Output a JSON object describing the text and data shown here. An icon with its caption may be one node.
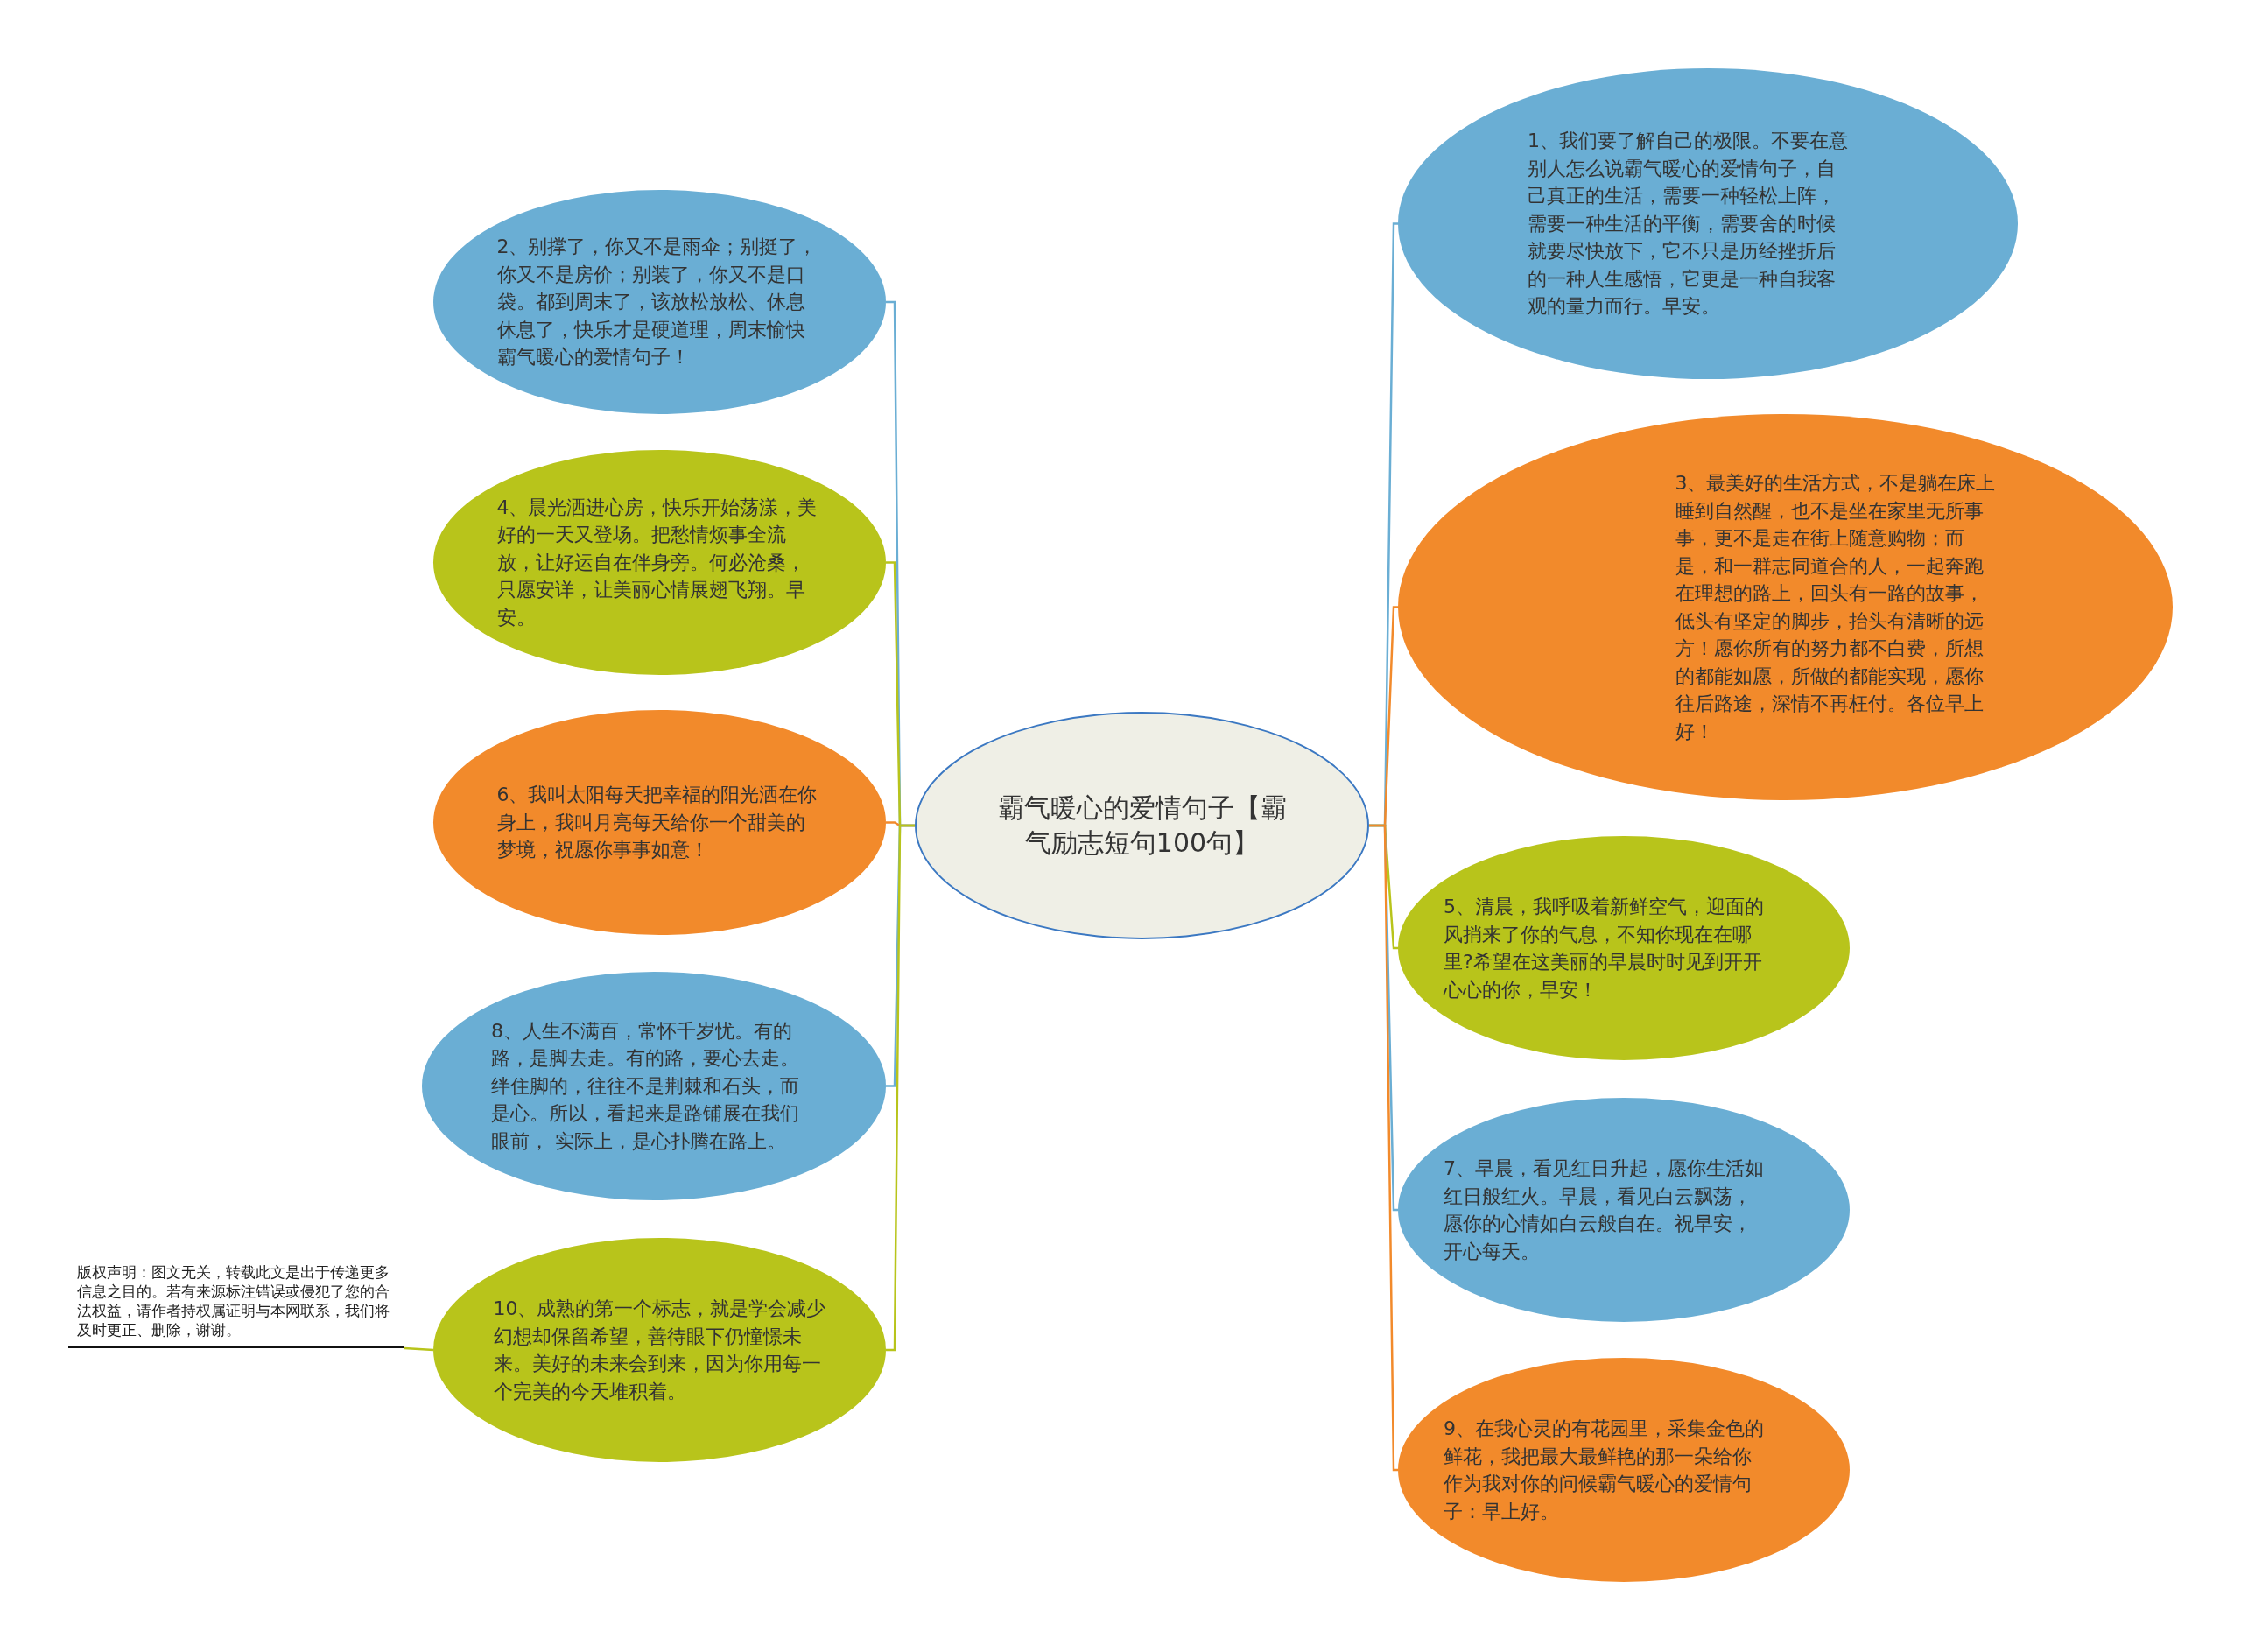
{
  "diagram": {
    "nodes": [
      {
        "text": [
          "霸气暖心的爱情句子【霸气励志短句100句】"
        ]
      },
      {
        "text": [
          "2、别撑了，你又不是雨伞；别挺了，你又不是房价；别装了，你又不是口袋。都到周末了，该放松放松、休息休息了，快乐才是硬道理，周末愉快霸气暖心的爱情句子！"
        ]
      },
      {
        "text": [
          "4、晨光洒进心房，快乐开始荡漾，美好的一天又登场。把愁情烦事全流放，让好运自在伴身旁。何必沧桑，只愿安详，让美丽心情展翅飞翔。早安。"
        ]
      },
      {
        "text": [
          "6、我叫太阳每天把幸福的阳光洒在你身上，我叫月亮每天给你一个甜美的梦境，祝愿你事事如意！"
        ]
      },
      {
        "text": [
          "8、人生不满百，常怀千岁忧。有的路，是脚去走。有的路，要心去走。绊住脚的，往往不是荆棘和石头，而是心。所以，看起来是路铺展在我们眼前， 实际上，是心扑腾在路上。"
        ]
      },
      {
        "text": [
          "10、成熟的第一个标志，就是学会减少幻想却保留希望，善待眼下仍憧憬未来。美好的未来会到来，因为你用每一个完美的今天堆积着。"
        ]
      },
      {
        "text": [
          "1、我们要了解自己的极限。不要在意别人怎么说霸气暖心的爱情句子，自己真正的生活，需要一种轻松上阵，需要一种生活的平衡，需要舍的时候就要尽快放下，它不只是历经挫折后的一种人生感悟，它更是一种自我客观的量力而行。早安。"
        ]
      },
      {
        "text": [
          "3、最美好的生活方式，不是躺在床上睡到自然醒，也不是坐在家里无所事事，更不是走在街上随意购物；而是，和一群志同道合的人，一起奔跑在理想的路上，回头有一路的故事，低头有坚定的脚步，抬头有清晰的远方！愿你所有的努力都不白费，所想的都能如愿，所做的都能实现，愿你往后路途，深情不再枉付。各位早上好！"
        ]
      },
      {
        "text": [
          "5、清晨，我呼吸着新鲜空气，迎面的风捎来了你的气息，不知你现在在哪里?希望在这美丽的早晨时时见到开开心心的你，早安！"
        ]
      },
      {
        "text": [
          "7、早晨，看见红日升起，愿你生活如红日般红火。早晨，看见白云飘荡，愿你的心情如白云般自在。祝早安，开心每天。"
        ]
      },
      {
        "text": [
          "9、在我心灵的有花园里，采集金色的鲜花，我把最大最鲜艳的那一朵给你作为我对你的问候霸气暖心的爱情句子：早上好。"
        ]
      },
      {
        "text": [
          "版权声明：图文无关，转载此文是出于传递更多信息之目的。若有来源标注错误或侵犯了您的合法权益，请作者持权属证明与本网联系，我们将及时更正、删除，谢谢。"
        ]
      }
    ],
    "edges": [
      {
        "from": 0,
        "to": 1,
        "arrow": "none",
        "color": "#6aaed4"
      },
      {
        "from": 0,
        "to": 2,
        "arrow": "none",
        "color": "#b8c41b"
      },
      {
        "from": 0,
        "to": 3,
        "arrow": "none",
        "color": "#f28a2b"
      },
      {
        "from": 0,
        "to": 4,
        "arrow": "none",
        "color": "#6aaed4"
      },
      {
        "from": 0,
        "to": 5,
        "arrow": "none",
        "color": "#b8c41b"
      },
      {
        "from": 0,
        "to": 6,
        "arrow": "none",
        "color": "#6aaed4"
      },
      {
        "from": 0,
        "to": 7,
        "arrow": "none",
        "color": "#f28a2b"
      },
      {
        "from": 0,
        "to": 8,
        "arrow": "none",
        "color": "#b8c41b"
      },
      {
        "from": 0,
        "to": 9,
        "arrow": "none",
        "color": "#6aaed4"
      },
      {
        "from": 0,
        "to": 10,
        "arrow": "none",
        "color": "#f28a2b"
      },
      {
        "from": 11,
        "to": 5,
        "arrow": "none",
        "color": "#b8c41b"
      }
    ]
  }
}
